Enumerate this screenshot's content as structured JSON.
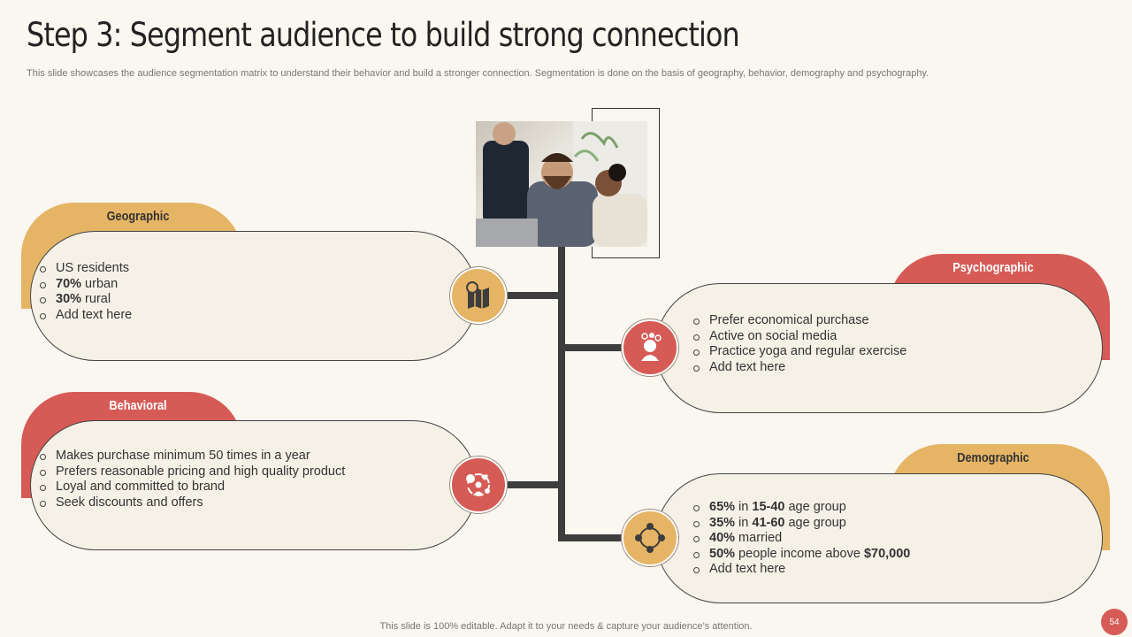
{
  "title": "Step 3: Segment audience to build strong connection",
  "subtitle": "This slide showcases the audience segmentation matrix to understand their behavior and build a stronger connection. Segmentation is done on the basis of geography, behavior, demography and psychography.",
  "colors": {
    "gold": "#e6b465",
    "red": "#d65b56",
    "connector": "#3d3d3d",
    "pill": "#f5f1e7",
    "background": "#faf6f0"
  },
  "segments": {
    "geographic": {
      "label": "Geographic",
      "icon": "map-pin-icon",
      "items": [
        {
          "bold": "",
          "text": "US residents"
        },
        {
          "bold": "70%",
          "text": " urban"
        },
        {
          "bold": "30%",
          "text": " rural"
        },
        {
          "bold": "",
          "text": "Add text here"
        }
      ]
    },
    "behavioral": {
      "label": "Behavioral",
      "icon": "shopping-behavior-icon",
      "items": [
        {
          "bold": "",
          "text": "Makes purchase minimum 50 times in a year"
        },
        {
          "bold": "",
          "text": "Prefers reasonable pricing and high quality product"
        },
        {
          "bold": "",
          "text": "Loyal and committed to brand"
        },
        {
          "bold": "",
          "text": "Seek discounts and offers"
        }
      ]
    },
    "psychographic": {
      "label": "Psychographic",
      "icon": "mind-user-icon",
      "items": [
        {
          "bold": "",
          "text": "Prefer economical purchase"
        },
        {
          "bold": "",
          "text": "Active on social media"
        },
        {
          "bold": "",
          "text": "Practice yoga and regular exercise"
        },
        {
          "bold": "",
          "text": "Add text here"
        }
      ]
    },
    "demographic": {
      "label": "Demographic",
      "icon": "people-network-icon",
      "items": [
        {
          "parts": [
            [
              "65%",
              true
            ],
            [
              " in ",
              false
            ],
            [
              "15-40",
              true
            ],
            [
              " age group",
              false
            ]
          ]
        },
        {
          "parts": [
            [
              "35%",
              true
            ],
            [
              " in ",
              false
            ],
            [
              "41-60",
              true
            ],
            [
              " age group",
              false
            ]
          ]
        },
        {
          "parts": [
            [
              "40%",
              true
            ],
            [
              " married",
              false
            ]
          ]
        },
        {
          "parts": [
            [
              "50%",
              true
            ],
            [
              " people income above ",
              false
            ],
            [
              "$70,000",
              true
            ]
          ]
        },
        {
          "parts": [
            [
              "Add text here",
              false
            ]
          ]
        }
      ]
    }
  },
  "footer": "This slide is 100% editable. Adapt it to your needs & capture your audience’s attention.",
  "page_number": "54"
}
